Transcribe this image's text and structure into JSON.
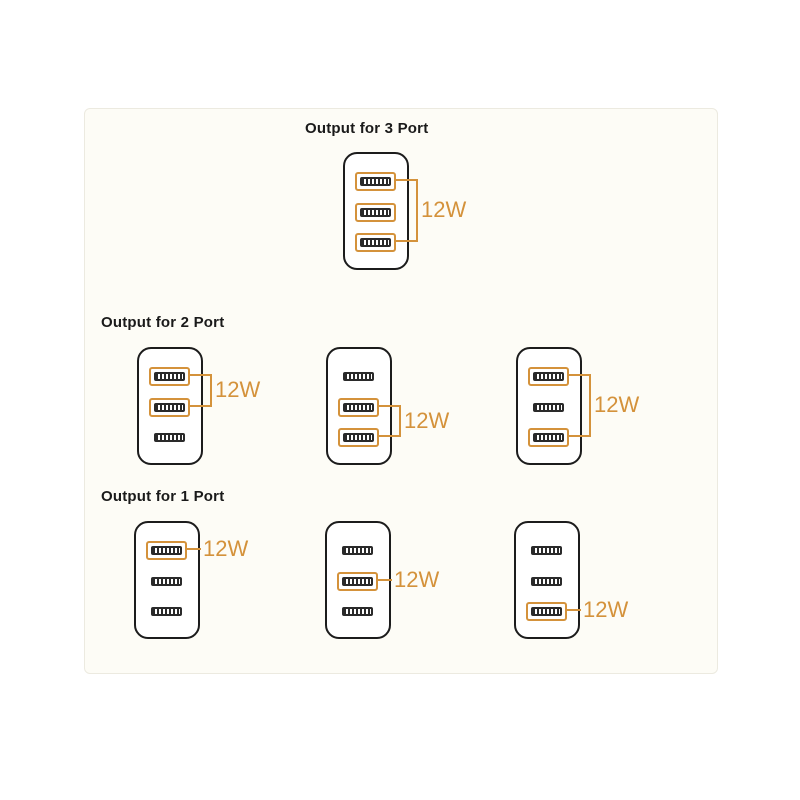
{
  "headings": {
    "three_port": "Output for 3 Port",
    "two_port": "Output for 2 Port",
    "one_port": "Output for 1 Port"
  },
  "power_label": "12W",
  "colors": {
    "highlight": "#d4923b",
    "outline": "#1c1c1c",
    "panel_background": "#fdfcf6"
  },
  "configurations": [
    {
      "group": "three_port",
      "active_ports": [
        1,
        2,
        3
      ],
      "power": "12W"
    },
    {
      "group": "two_port",
      "active_ports": [
        1,
        2
      ],
      "power": "12W"
    },
    {
      "group": "two_port",
      "active_ports": [
        2,
        3
      ],
      "power": "12W"
    },
    {
      "group": "two_port",
      "active_ports": [
        1,
        3
      ],
      "power": "12W"
    },
    {
      "group": "one_port",
      "active_ports": [
        1
      ],
      "power": "12W"
    },
    {
      "group": "one_port",
      "active_ports": [
        2
      ],
      "power": "12W"
    },
    {
      "group": "one_port",
      "active_ports": [
        3
      ],
      "power": "12W"
    }
  ]
}
